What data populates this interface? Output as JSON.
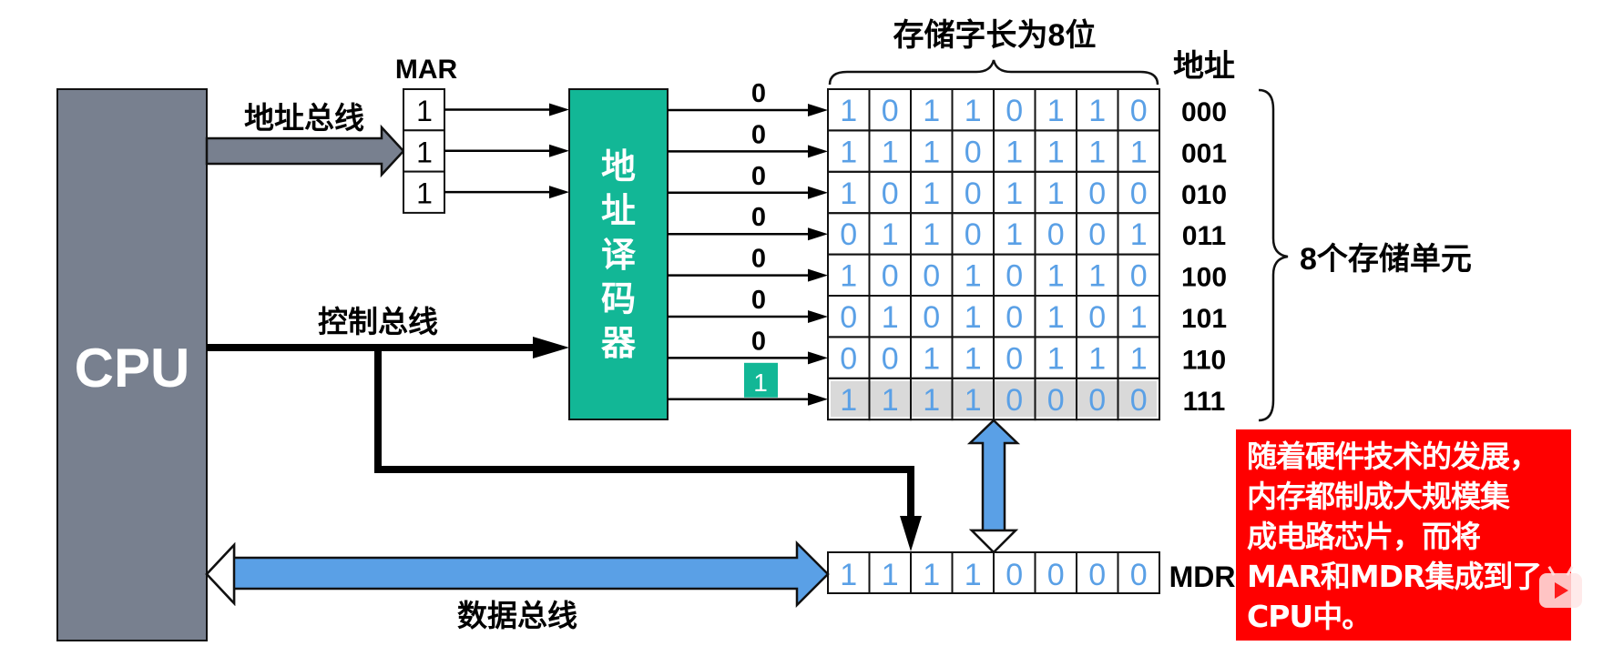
{
  "cpu": {
    "label": "CPU",
    "color": "#78808f"
  },
  "address_bus": {
    "label": "地址总线",
    "color": "#78808f"
  },
  "control_bus": {
    "label": "控制总线"
  },
  "data_bus": {
    "label": "数据总线",
    "color": "#5aa0e6"
  },
  "mar": {
    "label": "MAR",
    "bits": [
      "1",
      "1",
      "1"
    ]
  },
  "decoder": {
    "label_chars": [
      "地",
      "址",
      "译",
      "码",
      "器"
    ],
    "color": "#12b796"
  },
  "decoder_outputs": [
    "0",
    "0",
    "0",
    "0",
    "0",
    "0",
    "0",
    "1"
  ],
  "decoder_active_index": 7,
  "memory": {
    "word_length_label": "存储字长为8位",
    "address_header": "地址",
    "units_label": "8个存储单元",
    "highlight_row": 7,
    "rows": [
      {
        "address": "000",
        "bits": [
          "1",
          "0",
          "1",
          "1",
          "0",
          "1",
          "1",
          "0"
        ]
      },
      {
        "address": "001",
        "bits": [
          "1",
          "1",
          "1",
          "0",
          "1",
          "1",
          "1",
          "1"
        ]
      },
      {
        "address": "010",
        "bits": [
          "1",
          "0",
          "1",
          "0",
          "1",
          "1",
          "0",
          "0"
        ]
      },
      {
        "address": "011",
        "bits": [
          "0",
          "1",
          "1",
          "0",
          "1",
          "0",
          "0",
          "1"
        ]
      },
      {
        "address": "100",
        "bits": [
          "1",
          "0",
          "0",
          "1",
          "0",
          "1",
          "1",
          "0"
        ]
      },
      {
        "address": "101",
        "bits": [
          "0",
          "1",
          "0",
          "1",
          "0",
          "1",
          "0",
          "1"
        ]
      },
      {
        "address": "110",
        "bits": [
          "0",
          "0",
          "1",
          "1",
          "0",
          "1",
          "1",
          "1"
        ]
      },
      {
        "address": "111",
        "bits": [
          "1",
          "1",
          "1",
          "1",
          "0",
          "0",
          "0",
          "0"
        ]
      }
    ]
  },
  "mdr": {
    "label": "MDR",
    "bits": [
      "1",
      "1",
      "1",
      "1",
      "0",
      "0",
      "0",
      "0"
    ]
  },
  "note": {
    "lines": [
      "随着硬件技术的发展，",
      "内存都制成大规模集",
      "成电路芯片，而将",
      "MAR和MDR集成到了",
      "CPU中。"
    ],
    "background": "#ff0000"
  },
  "watermark": {
    "icon": "bilibili-tv-play-icon"
  }
}
